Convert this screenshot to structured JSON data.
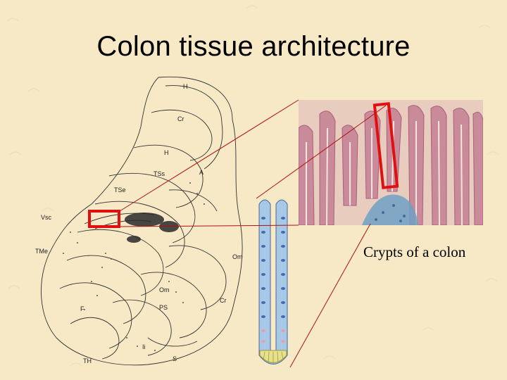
{
  "title": "Colon tissue architecture",
  "caption": "Crypts of a colon",
  "colors": {
    "background": "#f7e8c6",
    "highlight_box": "#e01010",
    "connector_line": "#b01010",
    "histology_pink": "#c98a9a",
    "crypt_blue": "#6fa7d8",
    "crypt_yellow": "#e8e08a"
  },
  "diagram_labels": [
    "H",
    "Cr",
    "H",
    "TSs",
    "A",
    "TSe",
    "Vsc",
    "TMe",
    "Om",
    "Cr",
    "Om",
    "F",
    "PS",
    "Ii",
    "TH",
    "S"
  ],
  "icons": [
    "colon-sketch-icon",
    "histology-micrograph-icon",
    "single-crypt-icon",
    "red-highlight-box-icon"
  ]
}
